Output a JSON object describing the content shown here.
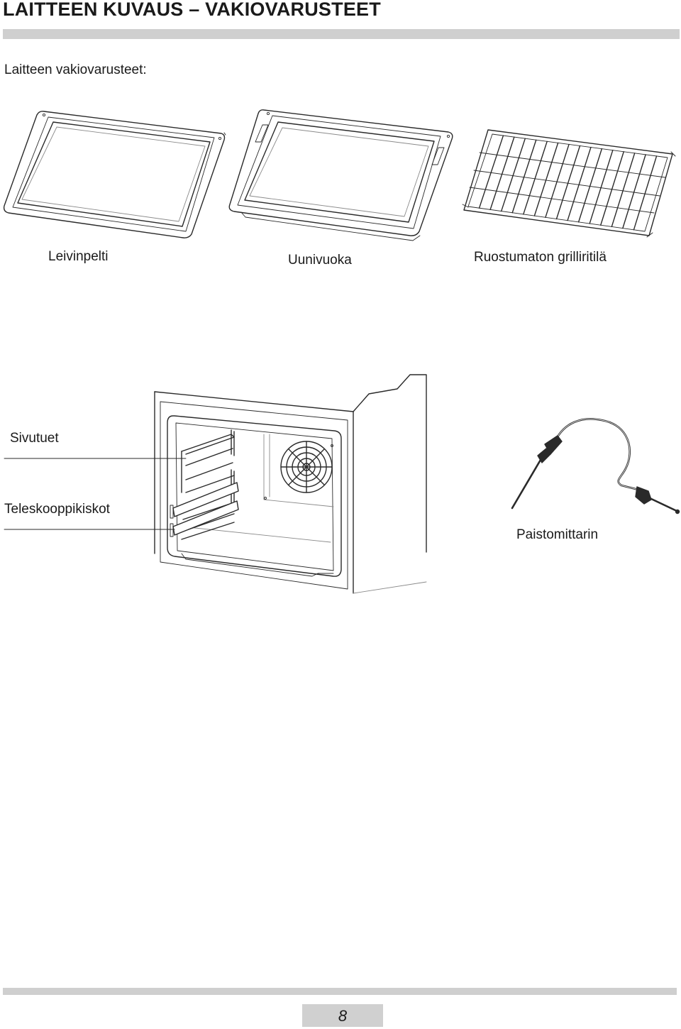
{
  "header": {
    "title": "LAITTEEN KUVAUS – VAKIOVARUSTEET",
    "subtitle": "Laitteen vakiovarusteet:"
  },
  "accessories": {
    "baking_tray": "Leivinpelti",
    "roasting_pan": "Uunivuoka",
    "grill_rack": "Ruostumaton grilliritilä",
    "side_rails": "Sivutuet",
    "telescopic_rails": "Teleskooppikiskot",
    "meat_probe": "Paistomittarin"
  },
  "footer": {
    "page_number": "8"
  },
  "colors": {
    "bar_gray": "#cfcfcf",
    "line": "#2a2a2a"
  }
}
